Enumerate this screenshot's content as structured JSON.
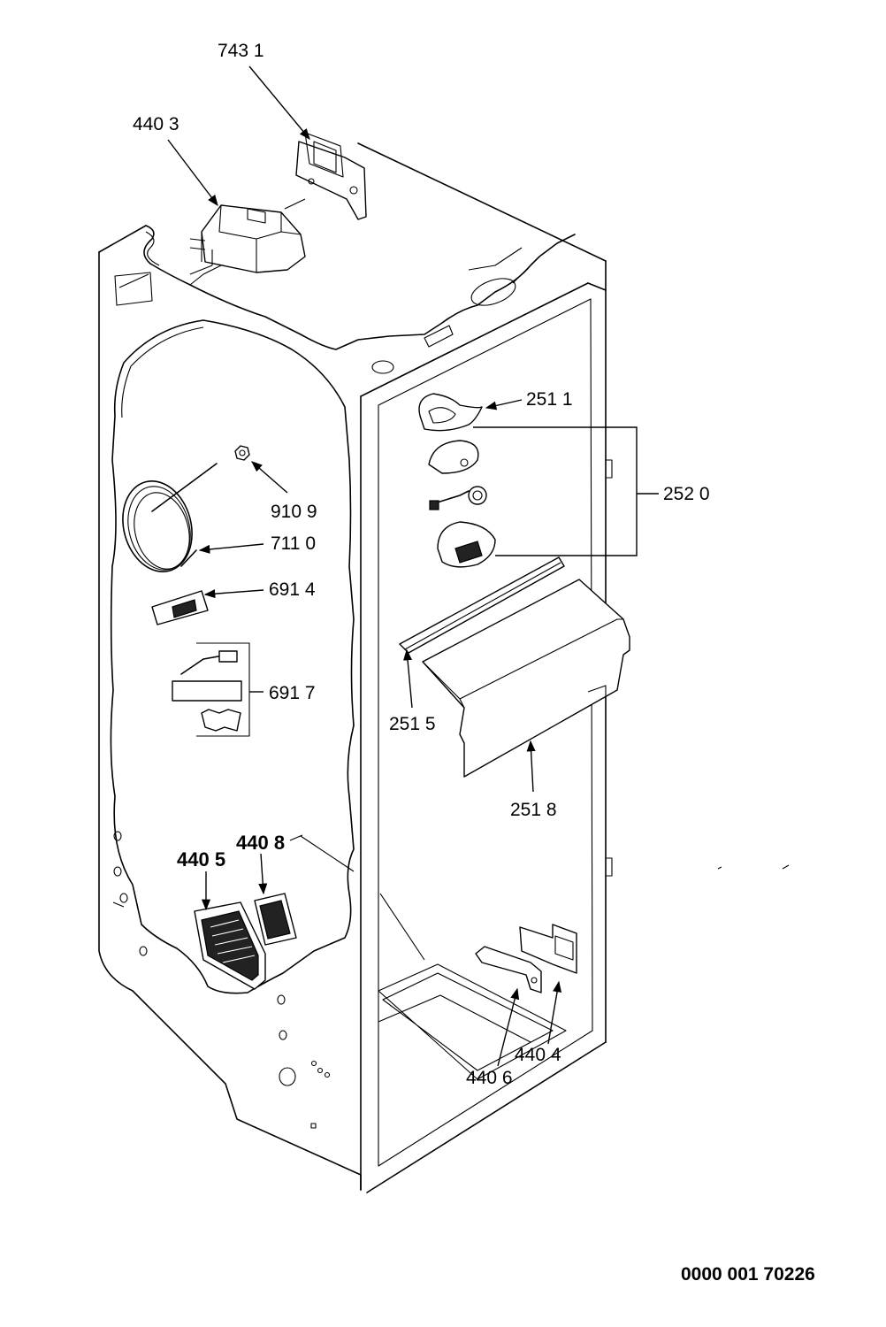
{
  "callouts": [
    {
      "id": "743-1",
      "text": "743 1",
      "bold": false
    },
    {
      "id": "440-3",
      "text": "440 3",
      "bold": false
    },
    {
      "id": "251-1",
      "text": "251 1",
      "bold": false
    },
    {
      "id": "252-0",
      "text": "252 0",
      "bold": false
    },
    {
      "id": "910-9",
      "text": "910 9",
      "bold": false
    },
    {
      "id": "711-0",
      "text": "711 0",
      "bold": false
    },
    {
      "id": "691-4",
      "text": "691 4",
      "bold": false
    },
    {
      "id": "691-7",
      "text": "691 7",
      "bold": false
    },
    {
      "id": "251-5",
      "text": "251 5",
      "bold": false
    },
    {
      "id": "251-8",
      "text": "251 8",
      "bold": false
    },
    {
      "id": "440-8",
      "text": "440 8",
      "bold": true
    },
    {
      "id": "440-5",
      "text": "440 5",
      "bold": true
    },
    {
      "id": "440-4",
      "text": "440 4",
      "bold": false
    },
    {
      "id": "440-6",
      "text": "440 6",
      "bold": false
    }
  ],
  "document_number": "0000 001 70226"
}
